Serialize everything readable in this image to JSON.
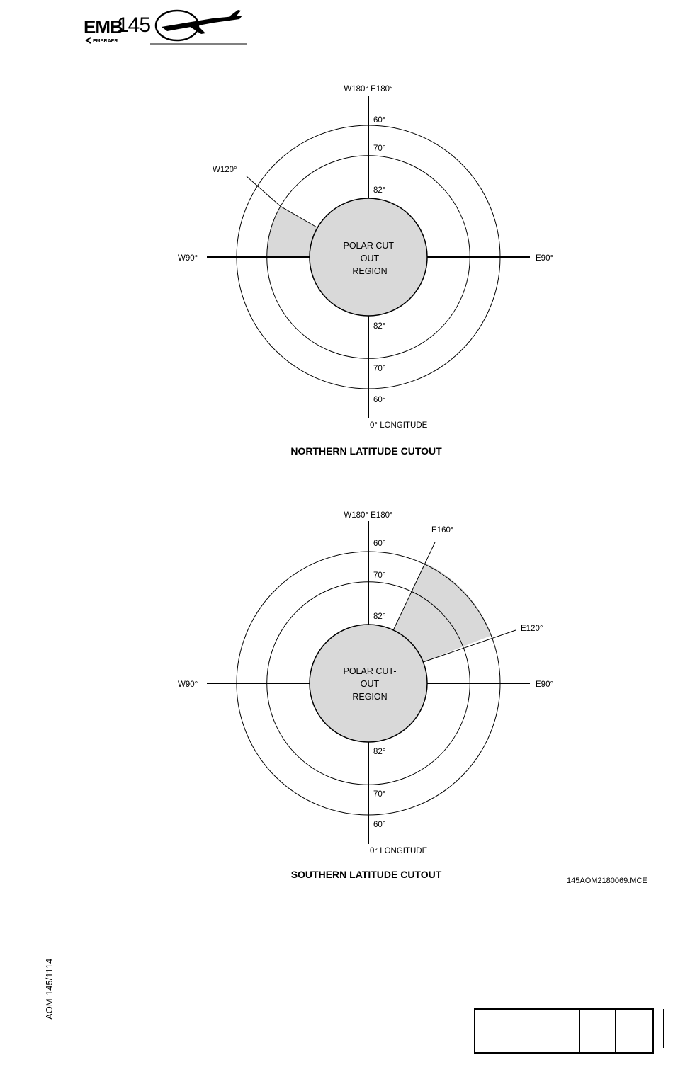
{
  "header": {
    "logo_model": "EMB",
    "logo_number": "145",
    "logo_brand": "EMBRAER"
  },
  "northern": {
    "caption": "NORTHERN LATITUDE CUTOUT",
    "top_label": "W180° E180°",
    "bottom_label": "0° LONGITUDE",
    "left_label": "W90°",
    "right_label": "E90°",
    "lat_top": [
      "60°",
      "70°",
      "82°"
    ],
    "lat_bottom": [
      "82°",
      "70°",
      "60°"
    ],
    "region_lines": [
      "POLAR CUT-",
      "OUT",
      "REGION"
    ],
    "sector_labels": [
      "W120°"
    ]
  },
  "southern": {
    "caption": "SOUTHERN LATITUDE CUTOUT",
    "top_label": "W180° E180°",
    "bottom_label": "0° LONGITUDE",
    "left_label": "W90°",
    "right_label": "E90°",
    "lat_top": [
      "60°",
      "70°",
      "82°"
    ],
    "lat_bottom": [
      "82°",
      "70°",
      "60°"
    ],
    "region_lines": [
      "POLAR CUT-",
      "OUT",
      "REGION"
    ],
    "sector_labels": [
      "E160°",
      "E120°"
    ]
  },
  "figure_ref": "145AOM2180069.MCE",
  "side_code": "AOM-145/1114",
  "colors": {
    "shade": "#d9d9d9",
    "ink": "#000000"
  }
}
